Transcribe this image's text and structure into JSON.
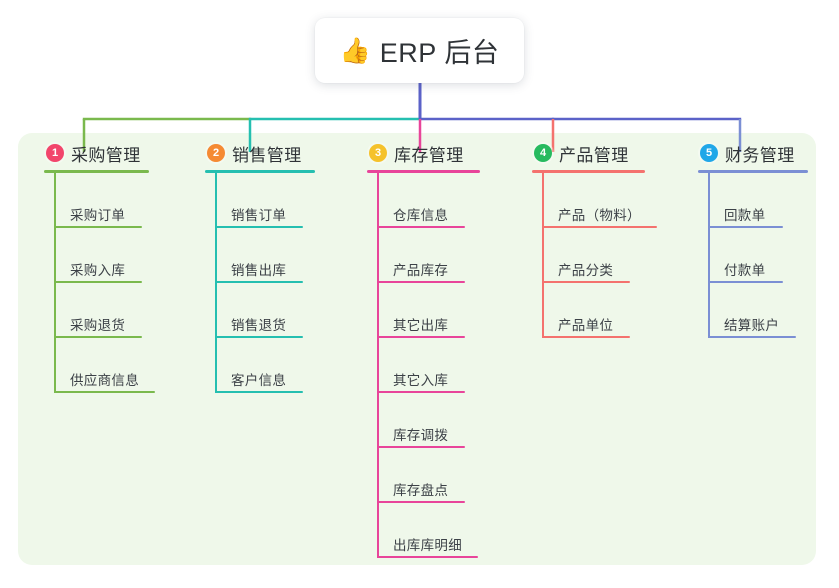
{
  "diagram": {
    "type": "mind-map",
    "root": {
      "icon": "thumbs-up-icon",
      "icon_glyph": "👍",
      "title": "ERP 后台"
    },
    "panel_color": "#eff8ea",
    "canvas_color": "#ffffff",
    "stem_color": "#5b62c8",
    "branches": [
      {
        "number": "1",
        "title": "采购管理",
        "badge_color": "#f2456b",
        "line_color": "#7ab94d",
        "items": [
          {
            "label": "采购订单",
            "width": 88
          },
          {
            "label": "采购入库",
            "width": 88
          },
          {
            "label": "采购退货",
            "width": 88
          },
          {
            "label": "供应商信息",
            "width": 101
          }
        ]
      },
      {
        "number": "2",
        "title": "销售管理",
        "badge_color": "#f58a33",
        "line_color": "#25bfb0",
        "items": [
          {
            "label": "销售订单",
            "width": 88
          },
          {
            "label": "销售出库",
            "width": 88
          },
          {
            "label": "销售退货",
            "width": 88
          },
          {
            "label": "客户信息",
            "width": 88
          }
        ]
      },
      {
        "number": "3",
        "title": "库存管理",
        "badge_color": "#f5c22b",
        "line_color": "#e8459a",
        "items": [
          {
            "label": "仓库信息",
            "width": 88
          },
          {
            "label": "产品库存",
            "width": 88
          },
          {
            "label": "其它出库",
            "width": 88
          },
          {
            "label": "其它入库",
            "width": 88
          },
          {
            "label": "库存调拨",
            "width": 88
          },
          {
            "label": "库存盘点",
            "width": 88
          },
          {
            "label": "出库库明细",
            "width": 101
          }
        ]
      },
      {
        "number": "4",
        "title": "产品管理",
        "badge_color": "#27ba5f",
        "line_color": "#f4726e",
        "items": [
          {
            "label": "产品（物料）",
            "width": 115
          },
          {
            "label": "产品分类",
            "width": 88
          },
          {
            "label": "产品单位",
            "width": 88
          }
        ]
      },
      {
        "number": "5",
        "title": "财务管理",
        "badge_color": "#20a7e8",
        "line_color": "#7b8fd4",
        "items": [
          {
            "label": "回款单",
            "width": 75
          },
          {
            "label": "付款单",
            "width": 75
          },
          {
            "label": "结算账户",
            "width": 88
          }
        ]
      }
    ]
  }
}
